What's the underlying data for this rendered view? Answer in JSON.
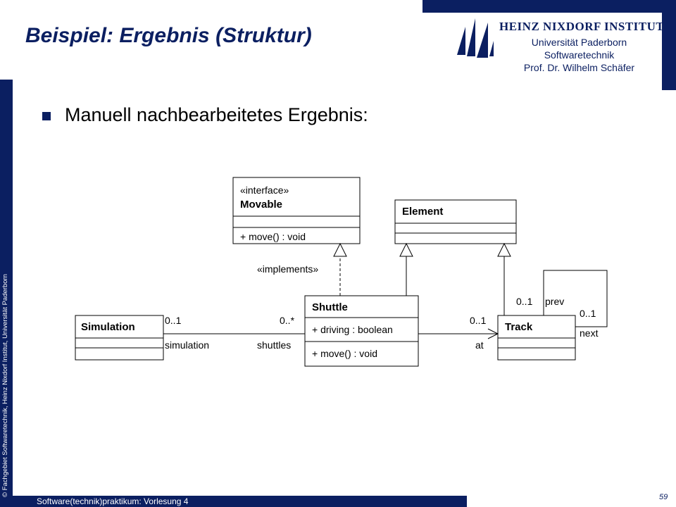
{
  "header": {
    "title": "Beispiel: Ergebnis (Struktur)"
  },
  "logo": {
    "line1": "HEINZ NIXDORF INSTITUT",
    "line2": "Universität Paderborn",
    "line3": "Softwaretechnik",
    "line4": "Prof. Dr. Wilhelm Schäfer"
  },
  "content": {
    "bullet": "Manuell nachbearbeitetes Ergebnis:"
  },
  "diagram": {
    "movable": {
      "stereotype": "«interface»",
      "name": "Movable",
      "operation": "+ move() : void"
    },
    "element": {
      "name": "Element"
    },
    "shuttle": {
      "name": "Shuttle",
      "attribute": "+ driving : boolean",
      "operation": "+ move() : void"
    },
    "simulation": {
      "name": "Simulation"
    },
    "track": {
      "name": "Track"
    },
    "implements_label": "«implements»",
    "sim_shuttle_assoc": {
      "mult_simulation": "0..1",
      "role_simulation": "simulation",
      "mult_shuttles": "0..*",
      "role_shuttles": "shuttles"
    },
    "shuttle_track_assoc": {
      "mult_at": "0..1",
      "role_at": "at"
    },
    "track_self_assoc": {
      "mult_prev": "0..1",
      "role_prev": "prev",
      "mult_next": "0..1",
      "role_next": "next"
    }
  },
  "footer": {
    "course": "Software(technik)praktikum: Vorlesung 4",
    "page": "59",
    "copyright": "© Fachgebiet Softwaretechnik, Heinz Nixdorf Institut, Universität Paderborn"
  }
}
